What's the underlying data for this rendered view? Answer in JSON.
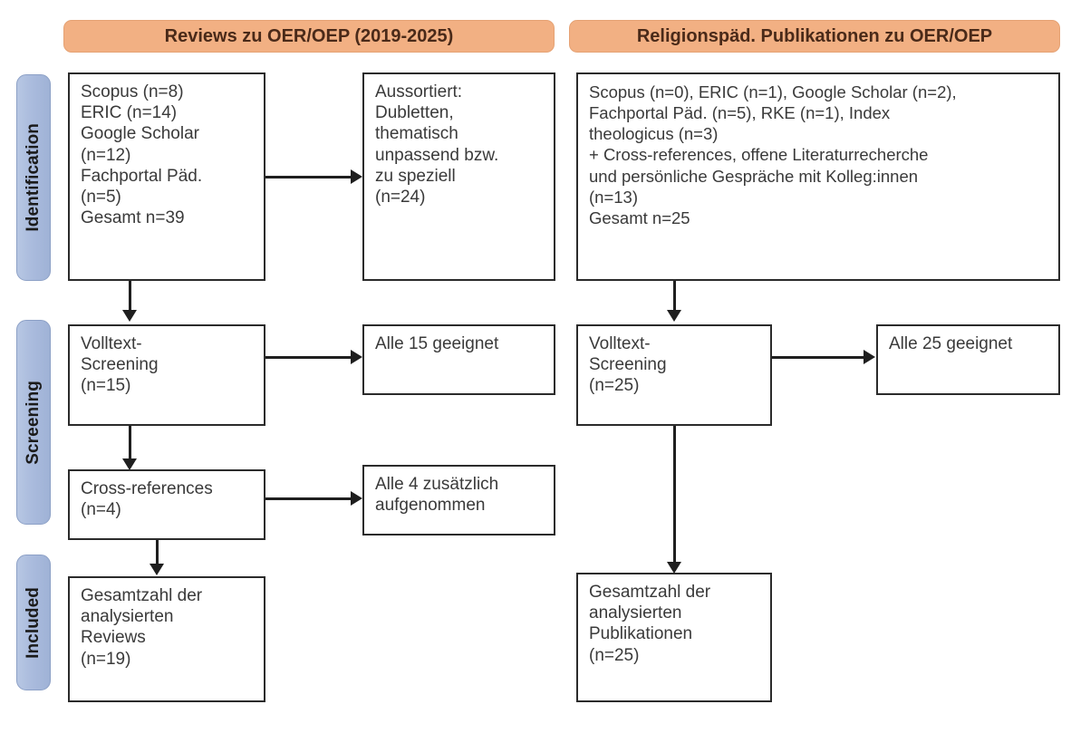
{
  "figure": {
    "type": "prisma-flow-diagram",
    "language": "de"
  },
  "stages": [
    {
      "label": "Identification"
    },
    {
      "label": "Screening"
    },
    {
      "label": "Included"
    }
  ],
  "columns": [
    {
      "header": "Reviews zu OER/OEP (2019-2025)"
    },
    {
      "header": "Religionspäd. Publikationen zu OER/OEP"
    }
  ],
  "colors": {
    "header_fill": "#f2b083",
    "header_border": "#e5a274",
    "header_text": "#4a2a19",
    "stage_fill": "#aabbdd",
    "stage_border": "#8ca0c6",
    "box_border": "#2b2b2b",
    "box_fill": "#ffffff",
    "text": "#3a3a3a",
    "connector": "#1f1f1f"
  },
  "left_column": {
    "identification_sources": "Scopus (n=8)\nERIC (n=14)\nGoogle Scholar\n(n=12)\nFachportal Päd.\n(n=5)\nGesamt n=39",
    "excluded": "Aussortiert:\nDubletten,\nthematisch\nunpassend bzw.\nzu speziell\n(n=24)",
    "fulltext_screening": "Volltext-\nScreening\n(n=15)",
    "fulltext_result": "Alle 15 geeignet",
    "cross_references": "Cross-references\n(n=4)",
    "cross_references_result": "Alle 4 zusätzlich\naufgenommen",
    "included_total": "Gesamtzahl der\nanalysierten\nReviews\n(n=19)"
  },
  "right_column": {
    "identification_sources": "Scopus (n=0), ERIC (n=1), Google Scholar (n=2),\nFachportal Päd. (n=5), RKE (n=1), Index\ntheologicus (n=3)\n+ Cross-references, offene Literaturrecherche\nund persönliche Gespräche mit Kolleg:innen\n(n=13)\nGesamt n=25",
    "fulltext_screening": "Volltext-\nScreening\n(n=25)",
    "fulltext_result": "Alle 25 geeignet",
    "included_total": "Gesamtzahl der\nanalysierten\nPublikationen\n(n=25)"
  },
  "counts": {
    "left_scopus": 8,
    "left_eric": 14,
    "left_google_scholar": 12,
    "left_fachportal": 5,
    "left_total": 39,
    "left_excluded": 24,
    "left_fulltext": 15,
    "left_fulltext_suitable": 15,
    "left_cross_references": 4,
    "left_cross_references_added": 4,
    "left_included": 19,
    "right_scopus": 0,
    "right_eric": 1,
    "right_google_scholar": 2,
    "right_fachportal": 5,
    "right_rke": 1,
    "right_index_theologicus": 3,
    "right_additional": 13,
    "right_total": 25,
    "right_fulltext": 25,
    "right_fulltext_suitable": 25,
    "right_included": 25
  }
}
